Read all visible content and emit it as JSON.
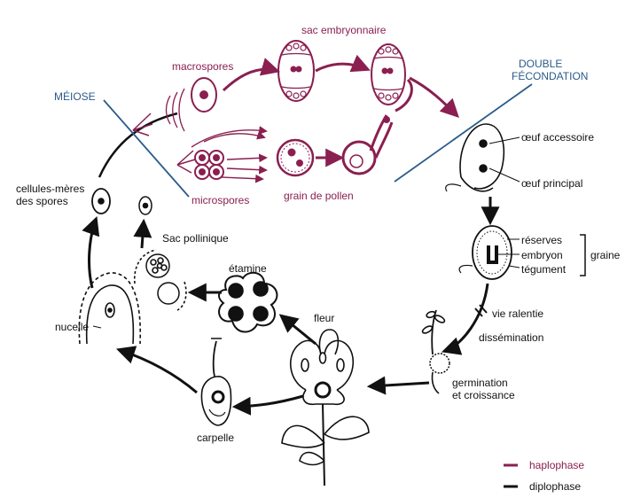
{
  "colors": {
    "haplo": "#8a1f50",
    "diplo": "#111111",
    "meiosis_line": "#2a5b8a"
  },
  "labels": {
    "meiose": "MÉIOSE",
    "double_fecondation_1": "DOUBLE",
    "double_fecondation_2": "FÉCONDATION",
    "macrospores": "macrospores",
    "microspores": "microspores",
    "sac_embryonnaire": "sac embryonnaire",
    "grain_de_pollen": "grain de pollen",
    "oeuf_accessoire": "œuf accessoire",
    "oeuf_principal": "œuf principal",
    "reserves": "réserves",
    "embryon": "embryon",
    "tegument": "tégument",
    "graine": "graine",
    "vie_ralentie": "vie ralentie",
    "dissemination": "dissémination",
    "germination_1": "germination",
    "germination_2": "et croissance",
    "fleur": "fleur",
    "etamine": "étamine",
    "sac_pollinique": "Sac pollinique",
    "cellules_meres_1": "cellules-mères",
    "cellules_meres_2": "des spores",
    "nucelle": "nucelle",
    "carpelle": "carpelle"
  },
  "legend": [
    {
      "label": "haplophase",
      "color": "#8a1f50"
    },
    {
      "label": "diplophase",
      "color": "#111111"
    }
  ]
}
